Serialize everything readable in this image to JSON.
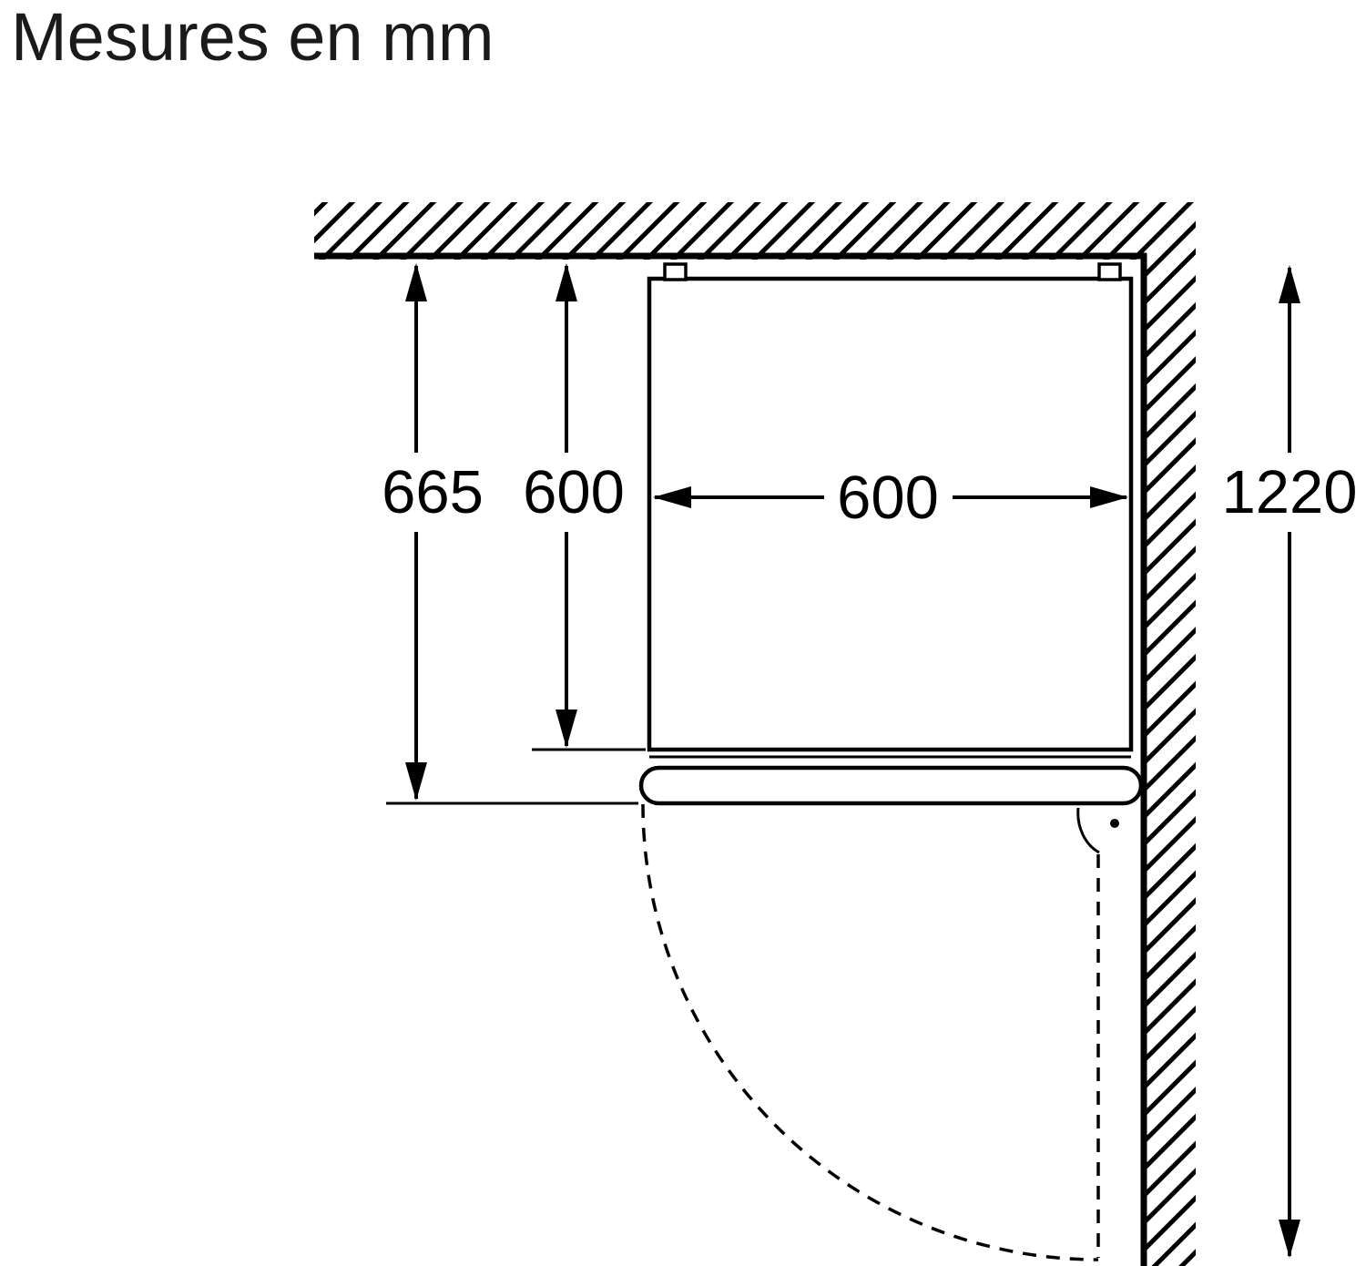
{
  "page": {
    "title": "Mesures en mm",
    "background_color": "#ffffff",
    "line_color": "#000000"
  },
  "dimensions": {
    "depth_with_door": "665",
    "depth_without_door": "600",
    "width": "600",
    "side_clearance": "1220"
  }
}
